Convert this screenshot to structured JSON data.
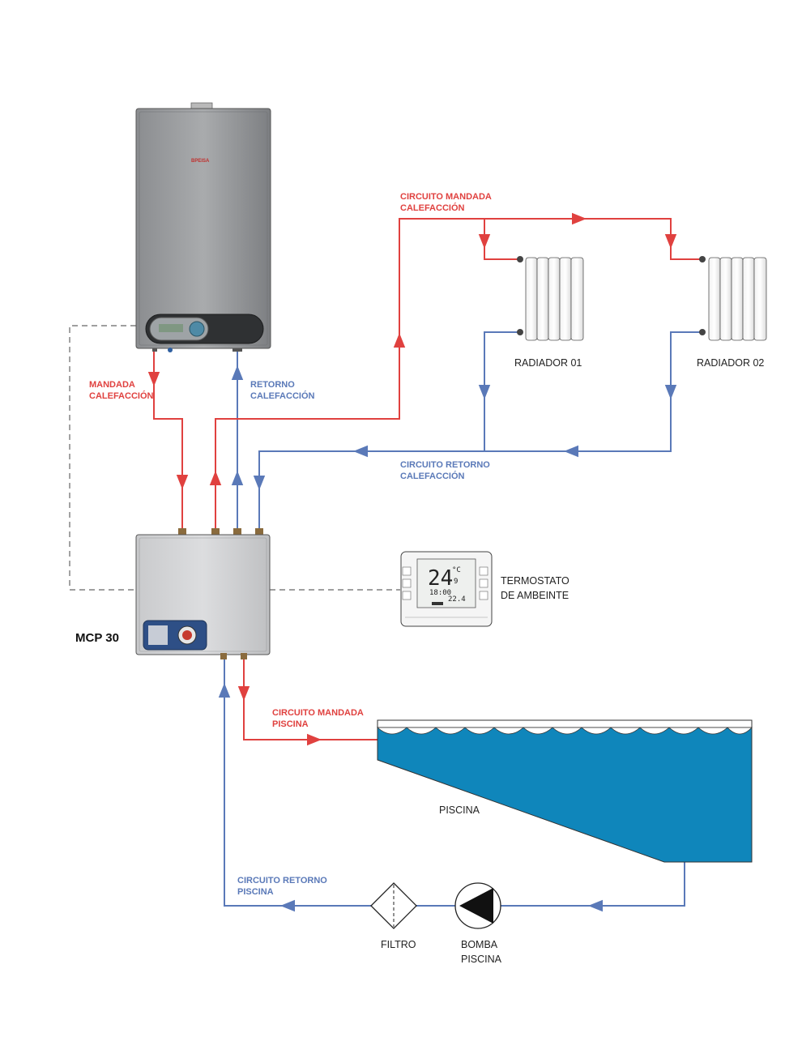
{
  "labels": {
    "mandada_calefaccion_1": "MANDADA",
    "mandada_calefaccion_2": "CALEFACCIÓN",
    "retorno_calefaccion_1": "RETORNO",
    "retorno_calefaccion_2": "CALEFACCIÓN",
    "circuito_mandada_calefaccion_1": "CIRCUITO MANDADA",
    "circuito_mandada_calefaccion_2": "CALEFACCIÓN",
    "circuito_retorno_calefaccion_1": "CIRCUITO RETORNO",
    "circuito_retorno_calefaccion_2": "CALEFACCIÓN",
    "radiador_01": "RADIADOR 01",
    "radiador_02": "RADIADOR 02",
    "termostato_1": "TERMOSTATO",
    "termostato_2": "DE AMBEINTE",
    "mcp": "MCP 30",
    "circuito_mandada_piscina_1": "CIRCUITO MANDADA",
    "circuito_mandada_piscina_2": "PISCINA",
    "piscina": "PISCINA",
    "circuito_retorno_piscina_1": "CIRCUITO RETORNO",
    "circuito_retorno_piscina_2": "PISCINA",
    "filtro": "FILTRO",
    "bomba_1": "BOMBA",
    "bomba_2": "PISCINA"
  },
  "boiler": {
    "brand": "BPEISA"
  },
  "thermostat": {
    "temperature": "24",
    "temperature_decimal": "9",
    "unit": "°C",
    "time": "18:00",
    "secondary": "22.4"
  },
  "colors": {
    "supply": "#e0413f",
    "return": "#5a79b8",
    "pool_water": "#0f86bb"
  }
}
